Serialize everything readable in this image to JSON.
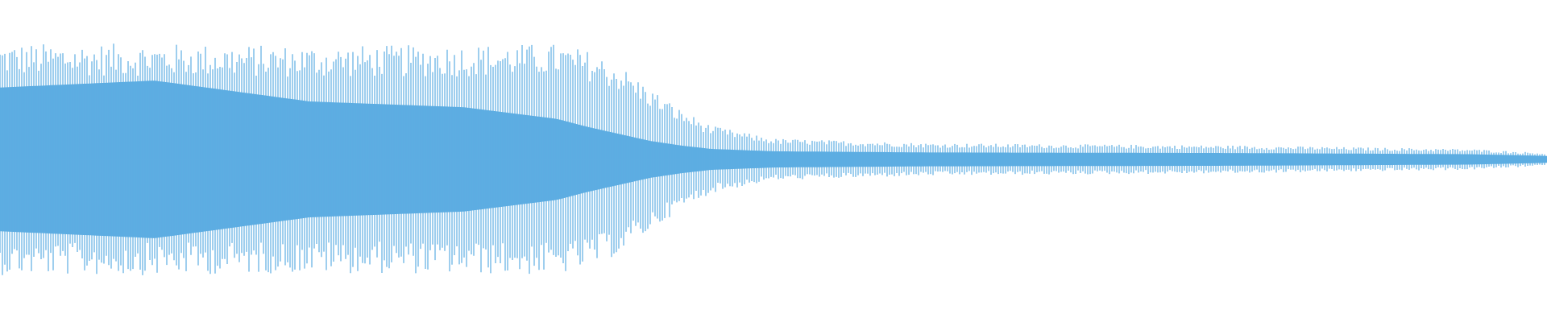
{
  "waveform": {
    "color": "#5dade2",
    "background": "#ffffff",
    "envelope": [
      {
        "t": 0.0,
        "peak": 1.0,
        "body": 0.62
      },
      {
        "t": 0.1,
        "peak": 1.0,
        "body": 0.68
      },
      {
        "t": 0.2,
        "peak": 0.98,
        "body": 0.5
      },
      {
        "t": 0.3,
        "peak": 0.99,
        "body": 0.45
      },
      {
        "t": 0.36,
        "peak": 1.0,
        "body": 0.35
      },
      {
        "t": 0.38,
        "peak": 0.94,
        "body": 0.28
      },
      {
        "t": 0.4,
        "peak": 0.82,
        "body": 0.22
      },
      {
        "t": 0.42,
        "peak": 0.62,
        "body": 0.16
      },
      {
        "t": 0.44,
        "peak": 0.43,
        "body": 0.12
      },
      {
        "t": 0.46,
        "peak": 0.29,
        "body": 0.09
      },
      {
        "t": 0.5,
        "peak": 0.18,
        "body": 0.07
      },
      {
        "t": 0.6,
        "peak": 0.14,
        "body": 0.06
      },
      {
        "t": 0.8,
        "peak": 0.12,
        "body": 0.055
      },
      {
        "t": 0.95,
        "peak": 0.09,
        "body": 0.045
      },
      {
        "t": 1.0,
        "peak": 0.055,
        "body": 0.03
      }
    ]
  }
}
